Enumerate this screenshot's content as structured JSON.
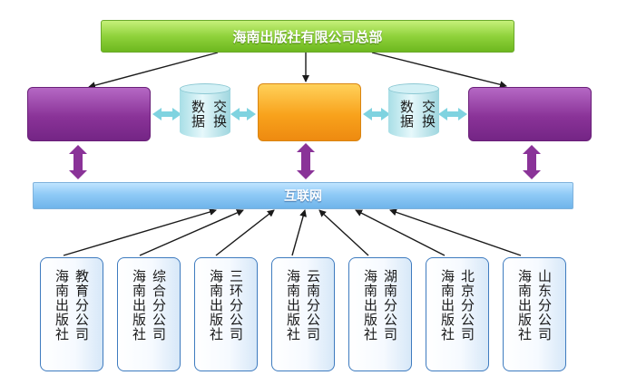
{
  "headquarters": {
    "label": "海南出版社有限公司总部"
  },
  "exchanges": [
    {
      "left": "数据",
      "right": "交换"
    },
    {
      "left": "数据",
      "right": "交换"
    }
  ],
  "internet": {
    "label": "互联网"
  },
  "branches": [
    {
      "col1": "海南出版社",
      "col2": "教育分公司"
    },
    {
      "col1": "海南出版社",
      "col2": "综合分公司"
    },
    {
      "col1": "海南出版社",
      "col2": "三环分公司"
    },
    {
      "col1": "海南出版社",
      "col2": "云南分公司"
    },
    {
      "col1": "海南出版社",
      "col2": "湖南分公司"
    },
    {
      "col1": "海南出版社",
      "col2": "北京分公司"
    },
    {
      "col1": "海南出版社",
      "col2": "山东分公司"
    }
  ],
  "colors": {
    "hq": "#8fd23b",
    "server_side": "#8a3398",
    "server_center": "#f8a21c",
    "database": "#a8dee6",
    "internet": "#8fcaf6",
    "branch_border": "#3e7bbf",
    "arrow": "#1a1a1a",
    "link_arrow": "#7fd3e0",
    "vertical_arrow": "#8a3398"
  }
}
